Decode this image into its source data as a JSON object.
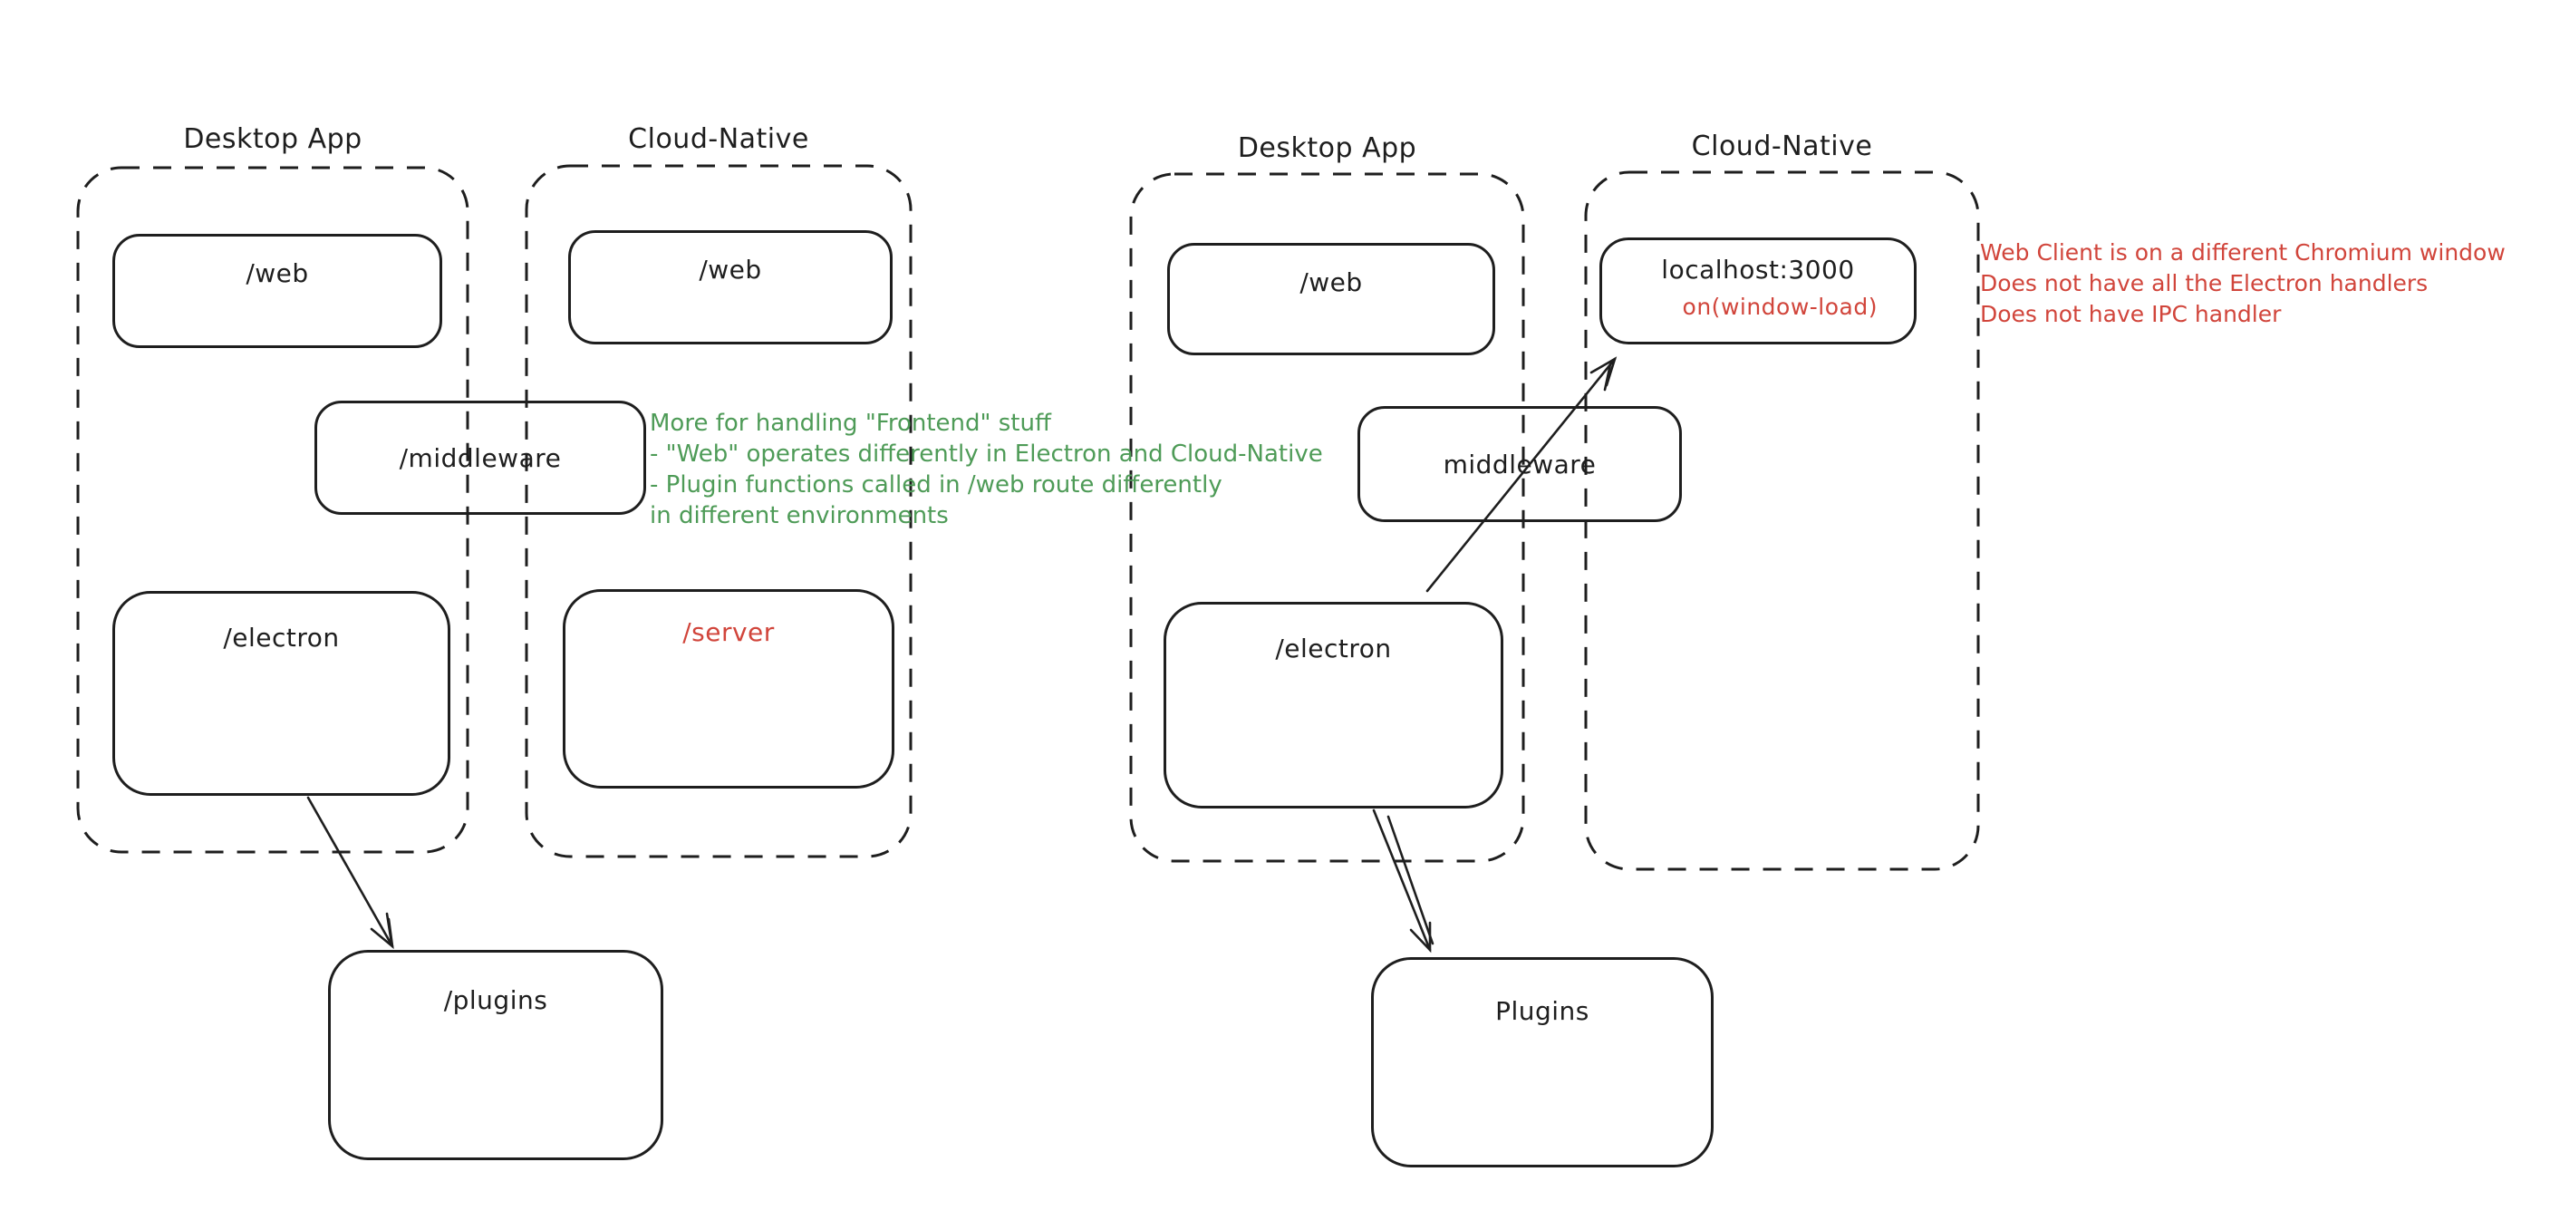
{
  "left": {
    "desktop_label": "Desktop App",
    "cloud_label": "Cloud-Native",
    "web_desktop": "/web",
    "web_cloud": "/web",
    "middleware": "/middleware",
    "electron": "/electron",
    "server": "/server",
    "plugins": "/plugins",
    "note": {
      "lines": [
        "More for handling \"Frontend\" stuff",
        "- \"Web\" operates differently in Electron and Cloud-Native",
        "- Plugin functions called in /web route differently",
        "in different environments"
      ]
    }
  },
  "right": {
    "desktop_label": "Desktop App",
    "cloud_label": "Cloud-Native",
    "web": "/web",
    "localhost": "localhost:3000",
    "window_load": "on(window-load)",
    "middleware": "middleware",
    "electron": "/electron",
    "plugins": "Plugins",
    "note": {
      "lines": [
        "Web Client is on a different Chromium window",
        "Does not have all the Electron handlers",
        "Does not have IPC handler"
      ]
    }
  },
  "colors": {
    "stroke": "#1e1e1e",
    "red": "#d1453b",
    "green": "#4e9b57",
    "background": "#ffffff"
  }
}
